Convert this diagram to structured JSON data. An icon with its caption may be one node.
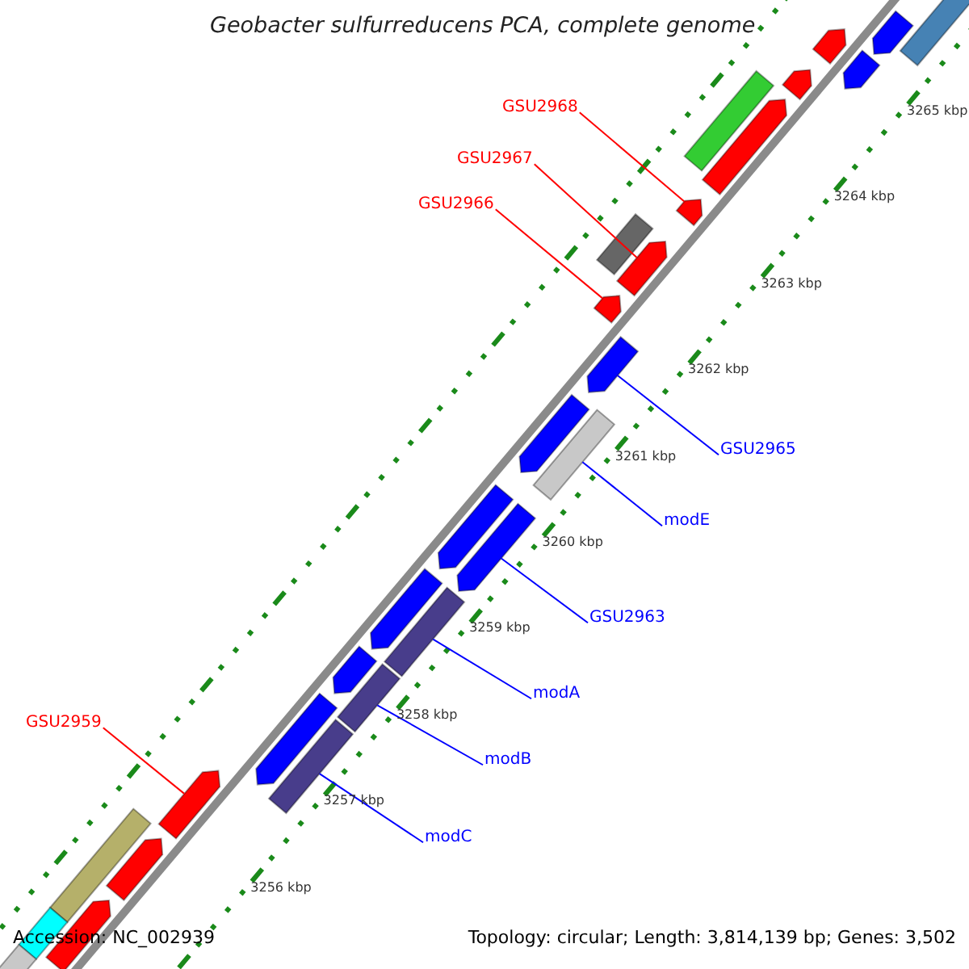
{
  "diagram": {
    "title": "Geobacter sulfurreducens PCA, complete genome",
    "nodes": [
      {
        "text": [
          "GSU2968"
        ]
      },
      {
        "text": [],
        "shape": "arrow"
      },
      {
        "text": [
          "GSU2967"
        ]
      },
      {
        "text": [],
        "shape": "arrow"
      },
      {
        "text": [
          "GSU2966"
        ]
      },
      {
        "text": [],
        "shape": "arrow"
      },
      {
        "text": [
          "GSU2965"
        ]
      },
      {
        "text": [],
        "shape": "arrow"
      },
      {
        "text": [
          "modE"
        ]
      },
      {
        "text": [],
        "shape": "bar"
      },
      {
        "text": [
          "GSU2963"
        ]
      },
      {
        "text": [],
        "shape": "arrow"
      },
      {
        "text": [
          "modA"
        ]
      },
      {
        "text": [],
        "shape": "bar"
      },
      {
        "text": [
          "modB"
        ]
      },
      {
        "text": [],
        "shape": "bar"
      },
      {
        "text": [
          "modC"
        ]
      },
      {
        "text": [],
        "shape": "bar"
      },
      {
        "text": [
          "GSU2959"
        ]
      },
      {
        "text": [],
        "shape": "arrow"
      },
      {
        "text": [],
        "shape": "bar"
      },
      {
        "text": [],
        "shape": "bar"
      },
      {
        "text": [],
        "shape": "bar"
      },
      {
        "text": [],
        "shape": "bar"
      },
      {
        "text": [],
        "shape": "bar"
      },
      {
        "text": [],
        "shape": "arrow"
      },
      {
        "text": [],
        "shape": "arrow"
      },
      {
        "text": [],
        "shape": "arrow"
      },
      {
        "text": [],
        "shape": "arrow"
      },
      {
        "text": [],
        "shape": "arrow"
      },
      {
        "text": [],
        "shape": "arrow"
      },
      {
        "text": [],
        "shape": "arrow"
      },
      {
        "text": [],
        "shape": "arrow"
      },
      {
        "text": [],
        "shape": "arrow"
      },
      {
        "text": [],
        "shape": "arrow"
      },
      {
        "text": [],
        "shape": "arrow"
      },
      {
        "text": [],
        "shape": "arrow"
      },
      {
        "text": [],
        "shape": "bar"
      }
    ],
    "edges": [
      {
        "from": 0,
        "to": 1,
        "arrow": "none",
        "color": "#ff0000"
      },
      {
        "from": 2,
        "to": 3,
        "arrow": "none",
        "color": "#ff0000"
      },
      {
        "from": 4,
        "to": 5,
        "arrow": "none",
        "color": "#ff0000"
      },
      {
        "from": 6,
        "to": 7,
        "arrow": "none"
      },
      {
        "from": 8,
        "to": 9,
        "arrow": "none"
      },
      {
        "from": 10,
        "to": 11,
        "arrow": "none"
      },
      {
        "from": 12,
        "to": 13,
        "arrow": "none"
      },
      {
        "from": 14,
        "to": 15,
        "arrow": "none"
      },
      {
        "from": 16,
        "to": 17,
        "arrow": "none"
      },
      {
        "from": 18,
        "to": 19,
        "arrow": "none",
        "color": "#ff0000"
      }
    ],
    "labels": [
      "3265 kbp",
      "3264 kbp",
      "3263 kbp",
      "3262 kbp",
      "3261 kbp",
      "3260 kbp",
      "3259 kbp",
      "3258 kbp",
      "3257 kbp",
      "3256 kbp",
      "Accession: NC_002939",
      "Topology: circular; Length: 3,814,139 bp; Genes: 3,502"
    ]
  }
}
